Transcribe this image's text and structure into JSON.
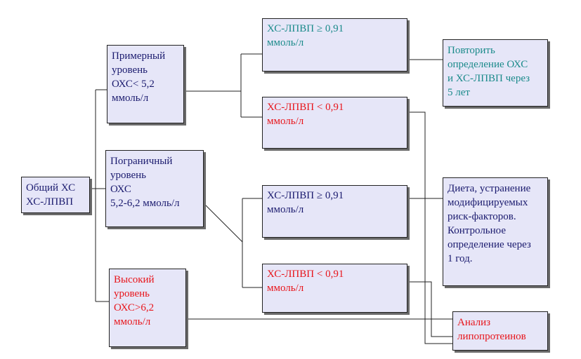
{
  "colors": {
    "box_fill": "#e6e6f8",
    "navy": "#1a1a6e",
    "teal": "#1a8a8a",
    "red": "#e8141a"
  },
  "nodes": {
    "total": "Общий ХС\nХС-ЛПВП",
    "optimal": "Примерный\nуровень\nОХС< 5,2\nммоль/л",
    "borderline": "Пограничный\nуровень\nОХС\n5,2-6,2 ммоль/л",
    "high": "Высокий\nуровень\nОХС>6,2\nммоль/л",
    "hdl_high_1": "ХС-ЛПВП ≥ 0,91\nммоль/л",
    "hdl_low_1": "ХС-ЛПВП < 0,91\nммоль/л",
    "hdl_high_2": "ХС-ЛПВП ≥ 0,91\nммоль/л",
    "hdl_low_2": "ХС-ЛПВП < 0,91\nммоль/л",
    "repeat": "Повторить\nопределение ОХС\nи ХС-ЛПВП через\n5 лет",
    "diet": "Диета, устранение\nмодифицируемых\nриск-факторов.\nКонтрольное\nопределение через\n1 год.",
    "lipo": "Анализ\nлипопротеинов"
  }
}
